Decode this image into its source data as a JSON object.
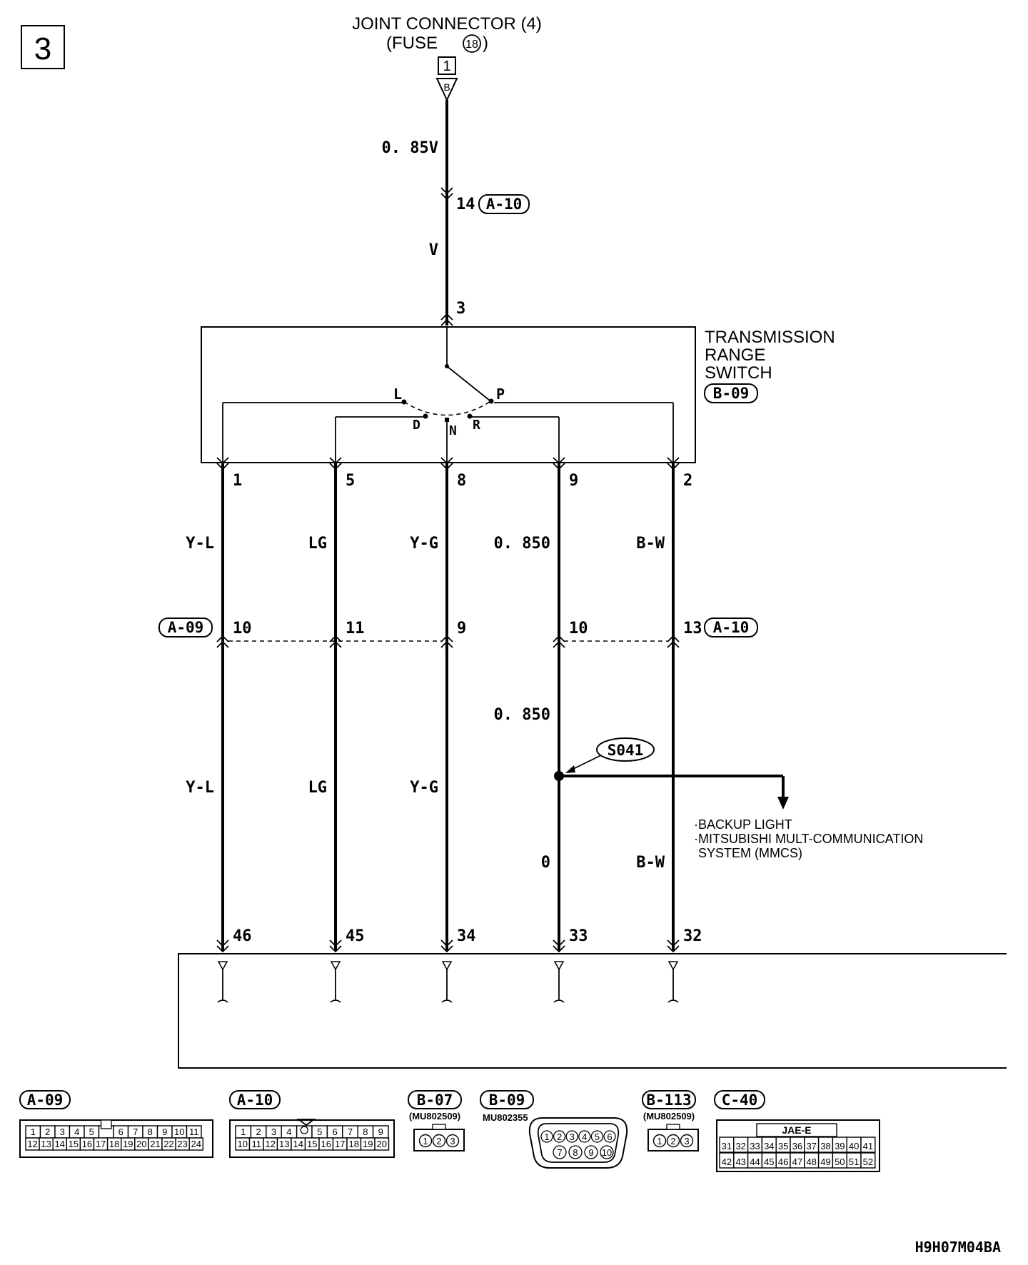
{
  "page_label": "3",
  "top": {
    "connector_title": "JOINT CONNECTOR (4)",
    "fuse_prefix": "(FUSE",
    "fuse_num": "18",
    "fuse_suffix": ")",
    "terminal": "1",
    "terminal_letter": "B"
  },
  "wire_top": {
    "size_label": "0. 85V",
    "junction_pin": "14",
    "junction_connector": "A-10",
    "color": "V",
    "switch_pin": "3"
  },
  "switch": {
    "title_lines": [
      "TRANSMISSION",
      "RANGE",
      "SWITCH"
    ],
    "connector": "B-09",
    "positions": [
      "L",
      "P",
      "D",
      "N",
      "R"
    ]
  },
  "columns": [
    {
      "switch_pin": "1",
      "upper_color": "Y-L",
      "junction_pin": "10",
      "lower_color": "Y-L",
      "ecu_pin": "46"
    },
    {
      "switch_pin": "5",
      "upper_color": "LG",
      "junction_pin": "11",
      "lower_color": "LG",
      "ecu_pin": "45"
    },
    {
      "switch_pin": "8",
      "upper_color": "Y-G",
      "junction_pin": "9",
      "lower_color": "Y-G",
      "ecu_pin": "34"
    },
    {
      "switch_pin": "9",
      "upper_color": "0. 850",
      "junction_pin": "10",
      "lower_color": "0. 850",
      "lower_color2": "0",
      "ecu_pin": "33"
    },
    {
      "switch_pin": "2",
      "upper_color": "B-W",
      "junction_pin": "13",
      "lower_color": "B-W",
      "ecu_pin": "32"
    }
  ],
  "junction_connectors": {
    "left": "A-09",
    "right": "A-10"
  },
  "splice": {
    "id": "S041",
    "destinations": [
      "·BACKUP LIGHT",
      "·MITSUBISHI MULT-COMMUNICATION",
      "SYSTEM (MMCS)"
    ]
  },
  "connectors": [
    {
      "id": "A-09",
      "row1": [
        "1",
        "2",
        "3",
        "4",
        "5",
        "",
        "6",
        "7",
        "8",
        "9",
        "10",
        "11"
      ],
      "row2": [
        "12",
        "13",
        "14",
        "15",
        "16",
        "17",
        "18",
        "19",
        "20",
        "21",
        "22",
        "23",
        "24"
      ]
    },
    {
      "id": "A-10",
      "row1": [
        "1",
        "2",
        "3",
        "4",
        "",
        "5",
        "6",
        "7",
        "8",
        "9"
      ],
      "row2": [
        "10",
        "11",
        "12",
        "13",
        "14",
        "15",
        "16",
        "17",
        "18",
        "19",
        "20"
      ]
    },
    {
      "id": "B-07",
      "part": "(MU802509)",
      "pins": [
        "1",
        "2",
        "3"
      ]
    },
    {
      "id": "B-09",
      "part": "MU802355",
      "row1": [
        "1",
        "2",
        "3",
        "4",
        "5",
        "6"
      ],
      "row2": [
        "7",
        "8",
        "9",
        "10"
      ]
    },
    {
      "id": "B-113",
      "part": "(MU802509)",
      "pins": [
        "1",
        "2",
        "3"
      ]
    },
    {
      "id": "C-40",
      "header": "JAE-E",
      "row1": [
        "31",
        "32",
        "33",
        "34",
        "35",
        "36",
        "37",
        "38",
        "39",
        "40",
        "41"
      ],
      "row2": [
        "42",
        "43",
        "44",
        "45",
        "46",
        "47",
        "48",
        "49",
        "50",
        "51",
        "52"
      ]
    }
  ],
  "figure_code": "H9H07M04BA"
}
